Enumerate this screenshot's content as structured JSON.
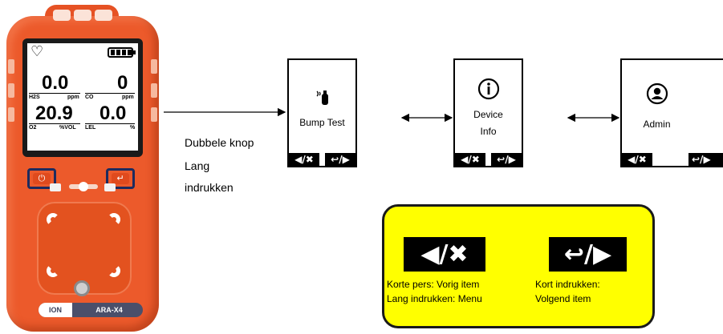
{
  "device": {
    "readings": [
      {
        "value": "0.0",
        "gas": "H2S",
        "unit": "ppm"
      },
      {
        "value": "0",
        "gas": "CO",
        "unit": "ppm"
      },
      {
        "value": "20.9",
        "gas": "O2",
        "unit": "%VOL"
      },
      {
        "value": "0.0",
        "gas": "LEL",
        "unit": "%"
      }
    ],
    "power_glyph": "⏻",
    "enter_glyph": "↵",
    "logo": "ION",
    "model": "ARA-X4",
    "icons": [
      "heart-icon",
      "battery-icon",
      "power-icon",
      "enter-icon"
    ]
  },
  "annotations": {
    "double_button": "Dubbele knop",
    "long_line1": "Lang",
    "long_line2": "indrukken"
  },
  "menu": [
    {
      "label_lines": [
        "Bump Test"
      ],
      "icon": "gas-bottle-icon"
    },
    {
      "label_lines": [
        "Device",
        "Info"
      ],
      "icon": "info-icon"
    },
    {
      "label_lines": [
        "Admin"
      ],
      "icon": "user-icon"
    }
  ],
  "softkeys": {
    "left": "◀/✖",
    "right": "↩/▶"
  },
  "legend": {
    "left_key": "◀/✖",
    "right_key": "↩/▶",
    "left_line1": "Korte pers: Vorig item",
    "left_line2": "Lang indrukken: Menu",
    "right_line1": "Kort indrukken:",
    "right_line2": "Volgend item"
  },
  "colors": {
    "device_orange": "#ec5a2b",
    "button_outline": "#1d2b5e",
    "legend_yellow": "#ffff00"
  }
}
